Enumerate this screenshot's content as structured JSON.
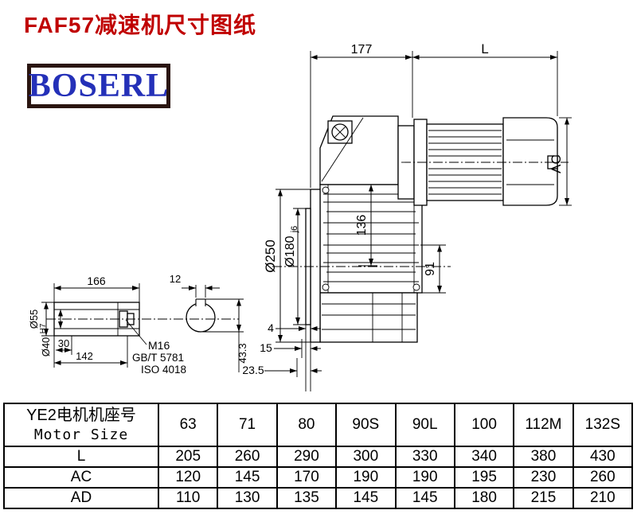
{
  "page_title": "FAF57减速机尺寸图纸",
  "logo": {
    "text": "BOSERL"
  },
  "drawing": {
    "dim_177": "177",
    "dim_L": "L",
    "dim_AC": "AC",
    "dim_250": "Ø250",
    "dim_180": "Ø180",
    "dim_180_tol": "j6",
    "dim_136": "136",
    "dim_91": "91",
    "dim_4": "4",
    "dim_15": "15",
    "dim_23_5": "23.5",
    "dim_166": "166",
    "dim_12": "12",
    "dim_55": "Ø55",
    "dim_40": "Ø40",
    "dim_40_tol": "H7",
    "dim_30": "30",
    "dim_142": "142",
    "dim_43_3": "43.3",
    "callout_m16": "M16",
    "callout_gbt": "GB/T 5781",
    "callout_iso": "ISO 4018"
  },
  "table": {
    "header_cn": "YE2电机机座号",
    "header_en": "Motor Size",
    "sizes": [
      "63",
      "71",
      "80",
      "90S",
      "90L",
      "100",
      "112M",
      "132S"
    ],
    "rows": [
      {
        "label": "L",
        "values": [
          "205",
          "260",
          "290",
          "300",
          "330",
          "340",
          "380",
          "430"
        ]
      },
      {
        "label": "AC",
        "values": [
          "120",
          "145",
          "170",
          "190",
          "190",
          "195",
          "230",
          "260"
        ]
      },
      {
        "label": "AD",
        "values": [
          "110",
          "130",
          "135",
          "145",
          "145",
          "180",
          "215",
          "210"
        ]
      }
    ]
  }
}
